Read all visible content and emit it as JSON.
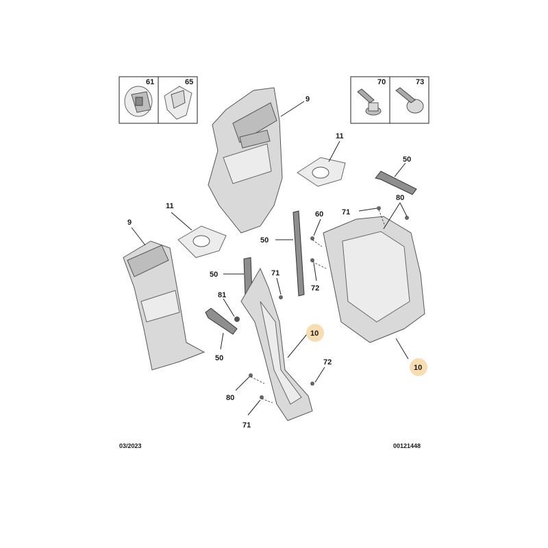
{
  "inset_labels": {
    "a": "61",
    "b": "65",
    "c": "70",
    "d": "73"
  },
  "callouts": {
    "c9_top": "9",
    "c11_right": "11",
    "c50_top": "50",
    "c71_top": "71",
    "c80_top": "80",
    "c60": "60",
    "c50_mid": "50",
    "c11_left": "11",
    "c9_left": "9",
    "c50_left": "50",
    "c71_mid": "71",
    "c72_mid": "72",
    "c81": "81",
    "c10_center": "10",
    "c10_right": "10",
    "c50_bottom": "50",
    "c72_bottom": "72",
    "c80_bottom": "80",
    "c71_bottom": "71"
  },
  "highlighted_callouts": [
    "c10_center",
    "c10_right"
  ],
  "footer": {
    "date": "03/2023",
    "reference": "00121448"
  },
  "colors": {
    "highlight": "#f7ddb0",
    "part_fill": "#d9d9d9",
    "seal_fill": "#8e8e8e",
    "text": "#1a1a1a"
  }
}
